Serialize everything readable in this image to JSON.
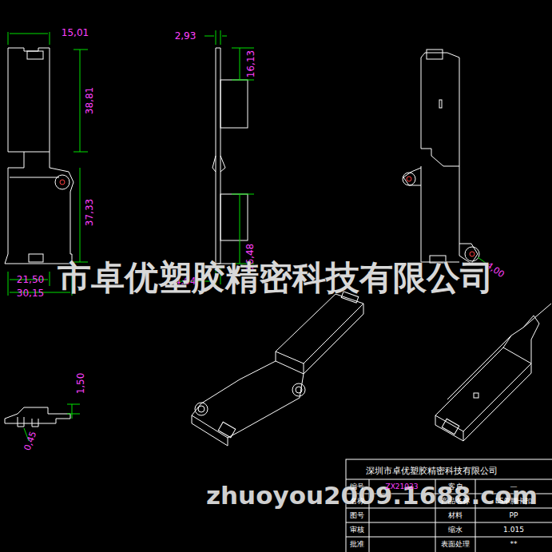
{
  "diagram": {
    "labels": [
      "15,01",
      "2,93",
      "16,13",
      "38,81",
      "37,33",
      "16,48",
      "21,50",
      "30,15",
      "4,64",
      "1,50",
      "0,45",
      "4,00",
      "市卓优塑胶精密科技有限公司",
      "zhuoyou2009.1688.com",
      "深圳市卓优塑胶精密科技有限公司",
      "编号",
      "ZX21033",
      "客户",
      "—",
      "名称",
      "产品名称",
      "LS单脚卡扣",
      "图号",
      "材料",
      "PP",
      "审核",
      "缩水",
      "1.015",
      "批准",
      "表面处理",
      "**"
    ]
  }
}
